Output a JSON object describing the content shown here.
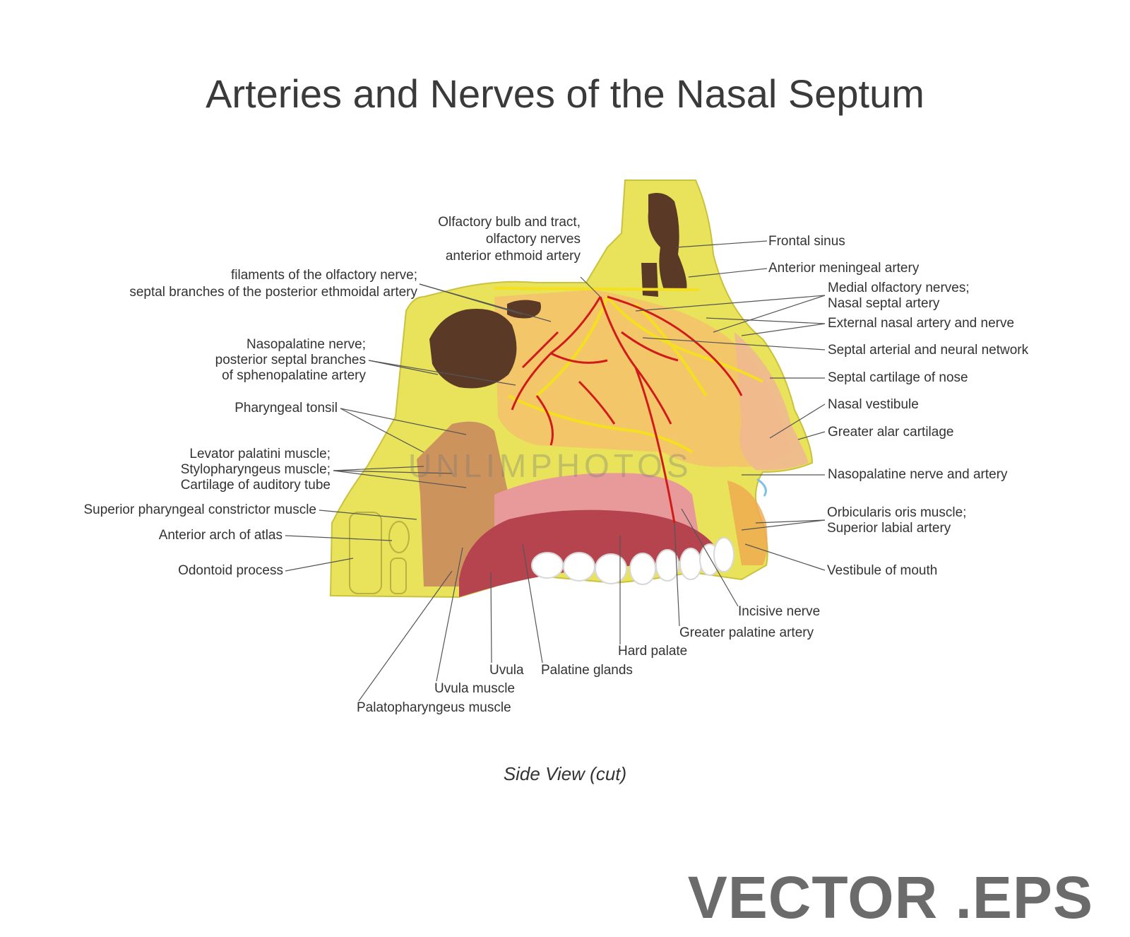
{
  "title": "Arteries and Nerves of the Nasal Septum",
  "subtitle": "Side View (cut)",
  "footer": "VECTOR .EPS",
  "watermark": "UNLIMPHOTOS",
  "colors": {
    "bone": "#e8e35a",
    "tissue": "#f3c46a",
    "artery": "#d11a1a",
    "nerve": "#f4e020",
    "sinus": "#5a3a26",
    "mucosa": "#e89a9a",
    "tongue": "#b5444e"
  },
  "labels_left": {
    "filaments": [
      "filaments of the olfactory nerve;",
      "septal branches of the posterior ethmoidal artery"
    ],
    "nasopalatine": [
      "Nasopalatine nerve;",
      "posterior septal branches",
      "of sphenopalatine artery"
    ],
    "pharyngeal_tonsil": "Pharyngeal tonsil",
    "levator": [
      "Levator palatini muscle;",
      "Stylopharyngeus muscle;",
      "Cartilage of auditory tube"
    ],
    "superior_constrictor": "Superior pharyngeal constrictor muscle",
    "anterior_arch": "Anterior arch of atlas",
    "odontoid": "Odontoid process"
  },
  "labels_top": {
    "olfactory_bulb": [
      "Olfactory bulb and tract,",
      "olfactory nerves",
      "anterior ethmoid artery"
    ]
  },
  "labels_right": {
    "frontal_sinus": "Frontal sinus",
    "anterior_meningeal": "Anterior meningeal artery",
    "medial_olfactory": [
      "Medial olfactory nerves;",
      "Nasal septal artery"
    ],
    "external_nasal": "External nasal artery and nerve",
    "septal_network": "Septal arterial and neural network",
    "septal_cartilage": "Septal cartilage of nose",
    "nasal_vestibule": "Nasal vestibule",
    "greater_alar": "Greater alar cartilage",
    "nasopalatine_nerve_artery": "Nasopalatine nerve and artery",
    "orbicularis": [
      "Orbicularis oris muscle;",
      "Superior labial artery"
    ],
    "vestibule_mouth": "Vestibule of mouth"
  },
  "labels_bottom": {
    "incisive_nerve": "Incisive nerve",
    "greater_palatine": "Greater palatine artery",
    "hard_palate": "Hard palate",
    "uvula": "Uvula",
    "palatine_glands": "Palatine glands",
    "uvula_muscle": "Uvula muscle",
    "palatopharyngeus": "Palatopharyngeus muscle"
  }
}
